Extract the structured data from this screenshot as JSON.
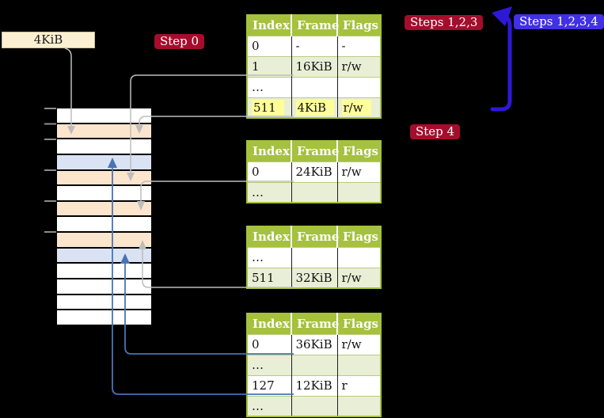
{
  "colors": {
    "background": "#000000",
    "table_green": "#a5c13e",
    "table_alt_row": "#e9efd6",
    "highlight_yellow": "#ffff99",
    "page_table_frame": "#fce5cd",
    "mapped_frame": "#d9e3f4",
    "free_frame": "#ffffff",
    "address_box_bg": "#fbf0d1",
    "step_badge_red": "#a50d2d",
    "steps_badge_blue": "#4130e4",
    "recursive_arrow_blue": "#2e18d8",
    "pointer_gray": "#bdbdbd",
    "pointer_blue": "#4a73b3",
    "tick_gray": "#8c8c8c"
  },
  "address_box": {
    "label": "4KiB"
  },
  "badges": {
    "step0": "Step 0",
    "steps123": "Steps 1,2,3",
    "steps1234": "Steps 1,2,3,4",
    "step4": "Step 4"
  },
  "memory_column": {
    "rows": [
      {
        "type": "free"
      },
      {
        "type": "page-table"
      },
      {
        "type": "free"
      },
      {
        "type": "mapped"
      },
      {
        "type": "page-table"
      },
      {
        "type": "free"
      },
      {
        "type": "page-table"
      },
      {
        "type": "free"
      },
      {
        "type": "page-table"
      },
      {
        "type": "mapped"
      },
      {
        "type": "free"
      },
      {
        "type": "free"
      },
      {
        "type": "free"
      },
      {
        "type": "free"
      }
    ]
  },
  "page_tables": [
    {
      "name": "page-table-level-4",
      "headers": [
        "Index",
        "Frame",
        "Flags"
      ],
      "rows": [
        {
          "index": "0",
          "frame": "-",
          "flags": "-",
          "highlight": false
        },
        {
          "index": "1",
          "frame": "16KiB",
          "flags": "r/w",
          "highlight": false
        },
        {
          "index": "…",
          "frame": "",
          "flags": "",
          "highlight": false
        },
        {
          "index": "511",
          "frame": "4KiB",
          "flags": "r/w",
          "highlight": true
        }
      ]
    },
    {
      "name": "page-table-level-3",
      "headers": [
        "Index",
        "Frame",
        "Flags"
      ],
      "rows": [
        {
          "index": "0",
          "frame": "24KiB",
          "flags": "r/w",
          "highlight": false
        },
        {
          "index": "…",
          "frame": "",
          "flags": "",
          "highlight": false
        }
      ]
    },
    {
      "name": "page-table-level-2",
      "headers": [
        "Index",
        "Frame",
        "Flags"
      ],
      "rows": [
        {
          "index": "…",
          "frame": "",
          "flags": "",
          "highlight": false
        },
        {
          "index": "511",
          "frame": "32KiB",
          "flags": "r/w",
          "highlight": false
        }
      ]
    },
    {
      "name": "page-table-level-1",
      "headers": [
        "Index",
        "Frame",
        "Flags"
      ],
      "rows": [
        {
          "index": "0",
          "frame": "36KiB",
          "flags": "r/w",
          "highlight": false
        },
        {
          "index": "…",
          "frame": "",
          "flags": "",
          "highlight": false
        },
        {
          "index": "127",
          "frame": "12KiB",
          "flags": "r",
          "highlight": false
        },
        {
          "index": "…",
          "frame": "",
          "flags": "",
          "highlight": false
        }
      ]
    }
  ]
}
